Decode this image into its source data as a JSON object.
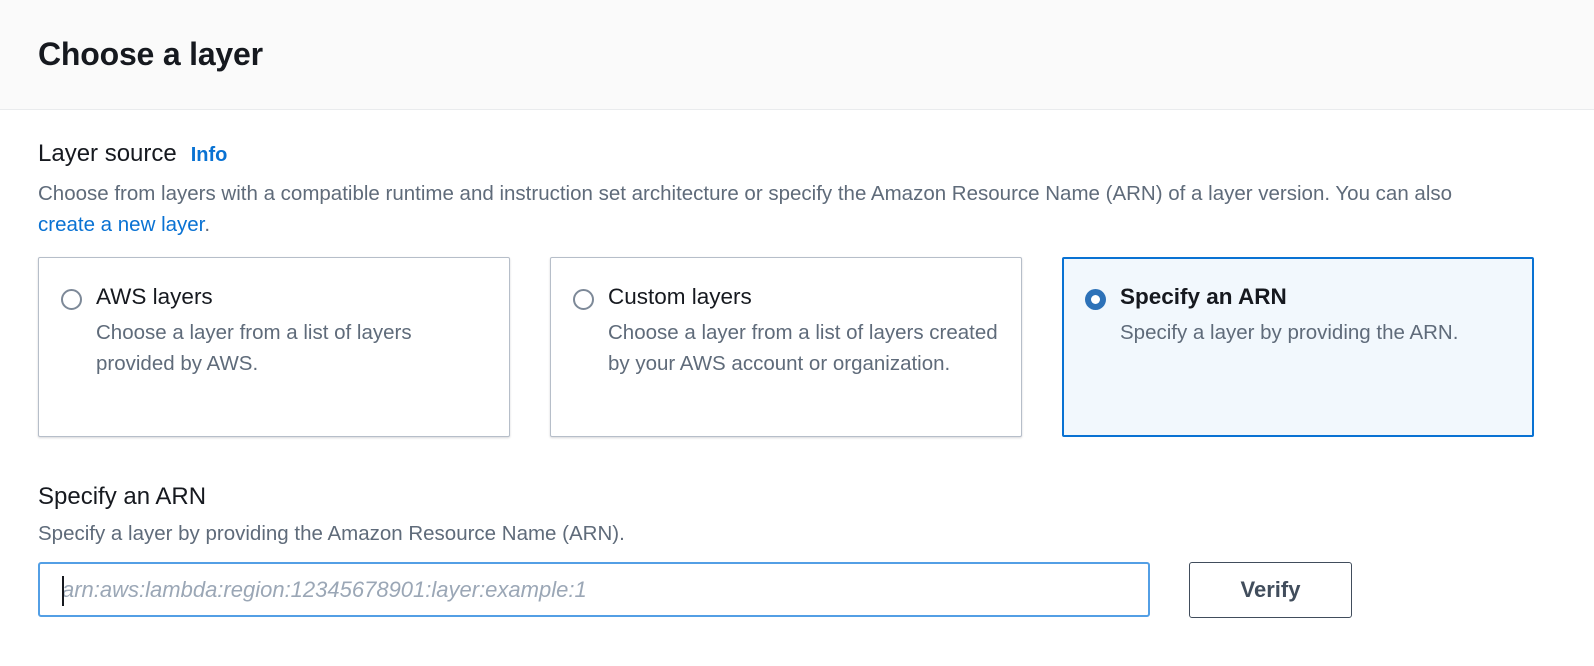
{
  "dialog": {
    "title": "Choose a layer"
  },
  "layer_source": {
    "label": "Layer source",
    "info_link": "Info",
    "description_before_link": "Choose from layers with a compatible runtime and instruction set architecture or specify the Amazon Resource Name (ARN) of a layer version. You can also ",
    "description_link": "create a new layer",
    "description_after_link": ".",
    "options": [
      {
        "label": "AWS layers",
        "description": "Choose a layer from a list of layers provided by AWS.",
        "selected": false
      },
      {
        "label": "Custom layers",
        "description": "Choose a layer from a list of layers created by your AWS account or organization.",
        "selected": false
      },
      {
        "label": "Specify an ARN",
        "description": "Specify a layer by providing the ARN.",
        "selected": true
      }
    ]
  },
  "arn_section": {
    "label": "Specify an ARN",
    "description": "Specify a layer by providing the Amazon Resource Name (ARN).",
    "input_value": "",
    "input_placeholder": "arn:aws:lambda:region:12345678901:layer:example:1",
    "verify_label": "Verify"
  },
  "colors": {
    "accent_blue": "#0972d3",
    "selected_tile_bg": "#f2f8fd",
    "selected_tile_border": "#0972d3",
    "focus_border": "#539fe5",
    "text_primary": "#16191f",
    "text_secondary": "#5f6b7a",
    "button_border": "#414d5c",
    "header_bg": "#fafafa"
  }
}
